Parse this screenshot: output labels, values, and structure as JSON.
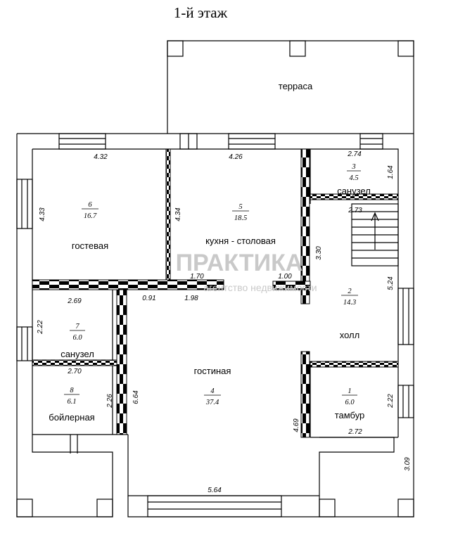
{
  "title": "1-й этаж",
  "watermark": {
    "main": "ПРАКТИКА",
    "sub": "агентство недвижимости"
  },
  "rooms": [
    {
      "id": "terrace",
      "name": "терраса",
      "number": "",
      "area": ""
    },
    {
      "id": "guest",
      "name": "гостевая",
      "number": "6",
      "area": "16.7"
    },
    {
      "id": "kitchen",
      "name": "кухня - столовая",
      "number": "5",
      "area": "18.5"
    },
    {
      "id": "bath-upper",
      "name": "санузел",
      "number": "3",
      "area": "4.5"
    },
    {
      "id": "hall",
      "name": "холл",
      "number": "2",
      "area": "14.3"
    },
    {
      "id": "bath-lower",
      "name": "санузел",
      "number": "7",
      "area": "6.0"
    },
    {
      "id": "boiler",
      "name": "бойлерная",
      "number": "8",
      "area": "6.1"
    },
    {
      "id": "living",
      "name": "гостиная",
      "number": "4",
      "area": "37.4"
    },
    {
      "id": "vestibule",
      "name": "тамбур",
      "number": "1",
      "area": "6.0"
    }
  ],
  "dimensions": {
    "guest_width": "4.32",
    "guest_height": "4.33",
    "kitchen_width": "4.26",
    "kitchen_height": "4.34",
    "bath_upper_width": "2.74",
    "bath_upper_height": "1.64",
    "stair_width": "2.73",
    "hall_stair_height": "3.30",
    "hall_height": "5.24",
    "opening_1": "1.70",
    "opening_2": "1.00",
    "bath_lower_width": "2.69",
    "wall_gap": "0.91",
    "corridor_width": "1.98",
    "bath_lower_height": "2.22",
    "boiler_width": "2.70",
    "boiler_height": "2.26",
    "living_left_height": "6.64",
    "living_right_height": "4.69",
    "living_width": "5.64",
    "vestibule_height": "2.22",
    "vestibule_width": "2.72",
    "porch_height": "3.09"
  }
}
